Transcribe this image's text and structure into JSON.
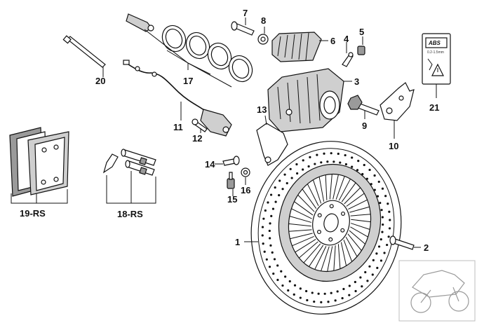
{
  "callouts": [
    {
      "id": "1",
      "text": "1"
    },
    {
      "id": "2",
      "text": "2"
    },
    {
      "id": "3",
      "text": "3"
    },
    {
      "id": "4",
      "text": "4"
    },
    {
      "id": "5",
      "text": "5"
    },
    {
      "id": "6",
      "text": "6"
    },
    {
      "id": "7",
      "text": "7"
    },
    {
      "id": "8",
      "text": "8"
    },
    {
      "id": "9",
      "text": "9"
    },
    {
      "id": "10",
      "text": "10"
    },
    {
      "id": "11",
      "text": "11"
    },
    {
      "id": "12",
      "text": "12"
    },
    {
      "id": "13",
      "text": "13"
    },
    {
      "id": "14",
      "text": "14"
    },
    {
      "id": "15",
      "text": "15"
    },
    {
      "id": "16",
      "text": "16"
    },
    {
      "id": "17",
      "text": "17"
    },
    {
      "id": "18",
      "text": "18-RS"
    },
    {
      "id": "19",
      "text": "19-RS"
    },
    {
      "id": "20",
      "text": "20"
    },
    {
      "id": "21",
      "text": "21"
    }
  ],
  "abs_label": {
    "logo": "ABS",
    "spec": "0.2-1.5mm"
  },
  "icons": {
    "thumbnail": "motorcycle-icon",
    "warning": "warning-triangle-icon"
  }
}
